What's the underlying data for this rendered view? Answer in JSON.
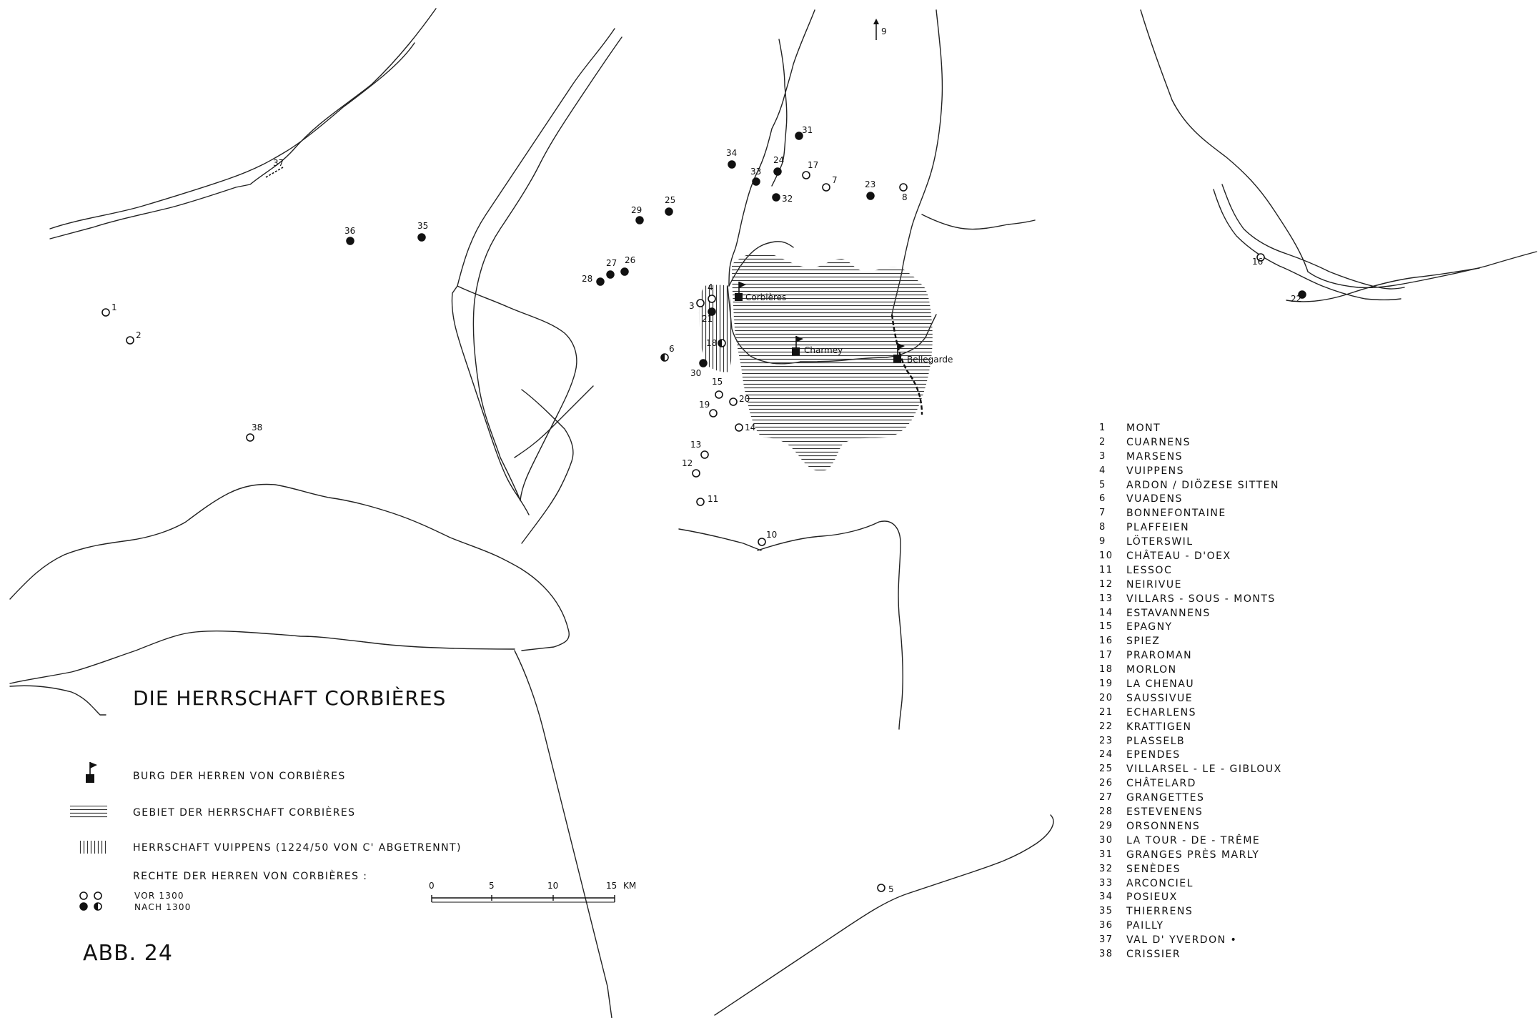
{
  "title": "DIE HERRSCHAFT CORBIÈRES",
  "figure_label": "ABB. 24",
  "north_arrow_label": "9",
  "legend": {
    "castle": "BURG DER HERREN VON CORBIÈRES",
    "territory": "GEBIET DER HERRSCHAFT CORBIÈRES",
    "vuippens": "HERRSCHAFT VUIPPENS (1224/50 VON C' ABGETRENNT)",
    "rights_heading": "RECHTE DER HERREN VON CORBIÈRES :",
    "before": "VOR 1300",
    "after": "NACH 1300"
  },
  "scale": {
    "ticks": [
      "0",
      "5",
      "10",
      "15"
    ],
    "unit": "KM"
  },
  "castles": [
    {
      "label": "Corbières"
    },
    {
      "label": "Charmey"
    },
    {
      "label": "Bellegarde"
    }
  ],
  "places": [
    {
      "n": "1",
      "name": "MONT",
      "status": "before"
    },
    {
      "n": "2",
      "name": "CUARNENS",
      "status": "before"
    },
    {
      "n": "3",
      "name": "MARSENS",
      "status": "before"
    },
    {
      "n": "4",
      "name": "VUIPPENS",
      "status": "before"
    },
    {
      "n": "5",
      "name": "ARDON / DIÖZESE SITTEN",
      "status": "before"
    },
    {
      "n": "6",
      "name": "VUADENS",
      "status": "mixed"
    },
    {
      "n": "7",
      "name": "BONNEFONTAINE",
      "status": "before"
    },
    {
      "n": "8",
      "name": "PLAFFEIEN",
      "status": "before"
    },
    {
      "n": "9",
      "name": "LÖTERSWIL",
      "status": "offmap"
    },
    {
      "n": "10",
      "name": "CHÂTEAU - D'OEX",
      "status": "before"
    },
    {
      "n": "11",
      "name": "LESSOC",
      "status": "before"
    },
    {
      "n": "12",
      "name": "NEIRIVUE",
      "status": "before"
    },
    {
      "n": "13",
      "name": "VILLARS - SOUS - MONTS",
      "status": "before"
    },
    {
      "n": "14",
      "name": "ESTAVANNENS",
      "status": "before"
    },
    {
      "n": "15",
      "name": "EPAGNY",
      "status": "before"
    },
    {
      "n": "16",
      "name": "SPIEZ",
      "status": "before"
    },
    {
      "n": "17",
      "name": "PRAROMAN",
      "status": "before"
    },
    {
      "n": "18",
      "name": "MORLON",
      "status": "mixed"
    },
    {
      "n": "19",
      "name": "LA CHENAU",
      "status": "before"
    },
    {
      "n": "20",
      "name": "SAUSSIVUE",
      "status": "before"
    },
    {
      "n": "21",
      "name": "ECHARLENS",
      "status": "after"
    },
    {
      "n": "22",
      "name": "KRATTIGEN",
      "status": "after"
    },
    {
      "n": "23",
      "name": "PLASSELB",
      "status": "after"
    },
    {
      "n": "24",
      "name": "EPENDES",
      "status": "after"
    },
    {
      "n": "25",
      "name": "VILLARSEL - LE - GIBLOUX",
      "status": "after"
    },
    {
      "n": "26",
      "name": "CHÂTELARD",
      "status": "after"
    },
    {
      "n": "27",
      "name": "GRANGETTES",
      "status": "after"
    },
    {
      "n": "28",
      "name": "ESTEVENENS",
      "status": "after"
    },
    {
      "n": "29",
      "name": "ORSONNENS",
      "status": "after"
    },
    {
      "n": "30",
      "name": "LA TOUR - DE - TRÊME",
      "status": "after"
    },
    {
      "n": "31",
      "name": "GRANGES PRÈS MARLY",
      "status": "after"
    },
    {
      "n": "32",
      "name": "SENÈDES",
      "status": "after"
    },
    {
      "n": "33",
      "name": "ARCONCIEL",
      "status": "after"
    },
    {
      "n": "34",
      "name": "POSIEUX",
      "status": "after"
    },
    {
      "n": "35",
      "name": "THIERRENS",
      "status": "after"
    },
    {
      "n": "36",
      "name": "PAILLY",
      "status": "after"
    },
    {
      "n": "37",
      "name": "VAL D' YVERDON •",
      "status": "after"
    },
    {
      "n": "38",
      "name": "CRISSIER",
      "status": "before"
    }
  ]
}
